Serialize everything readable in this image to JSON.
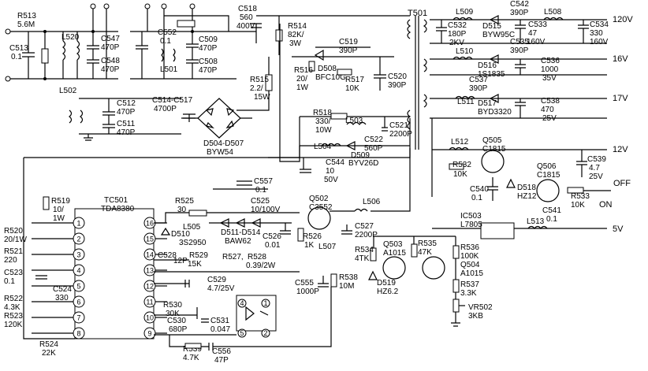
{
  "rails": {
    "v120": "120V",
    "v16": "16V",
    "v17": "17V",
    "v12": "12V",
    "v5": "5V",
    "off": "OFF",
    "on": "ON"
  },
  "components": {
    "r513": {
      "ref": "R513",
      "val": "5.6M"
    },
    "c513": {
      "ref": "C513",
      "val": "0.1"
    },
    "l520": {
      "ref": "L520"
    },
    "c547": {
      "ref": "C547",
      "val": "470P"
    },
    "c548": {
      "ref": "C548",
      "val": "470P"
    },
    "c552": {
      "ref": "C552",
      "val": "0.1"
    },
    "l501": {
      "ref": "L501"
    },
    "c509": {
      "ref": "C509",
      "val": "470P"
    },
    "c508": {
      "ref": "C508",
      "val": "470P"
    },
    "c518": {
      "ref": "C518",
      "val": "560",
      "v": "400V"
    },
    "r514": {
      "ref": "R514",
      "val": "82K/",
      "p": "3W"
    },
    "c519": {
      "ref": "C519",
      "val": "390P"
    },
    "d508": {
      "ref": "D508",
      "val": "BFC10G"
    },
    "r516": {
      "ref": "R516",
      "val": "20/",
      "p": "1W"
    },
    "r517": {
      "ref": "R517",
      "val": "10K"
    },
    "c520": {
      "ref": "C520",
      "val": "390P"
    },
    "r515": {
      "ref": "R515",
      "val": "2.2/",
      "p": "15W"
    },
    "l502": {
      "ref": "L502"
    },
    "c512": {
      "ref": "C512",
      "val": "470P"
    },
    "c511": {
      "ref": "C511",
      "val": "470P"
    },
    "c514": {
      "ref": "C514-C517",
      "val": "4700P"
    },
    "bridge": {
      "ref": "D504-D507",
      "val": "BYW54"
    },
    "r518": {
      "ref": "R518",
      "val": "330/",
      "p": "10W"
    },
    "l503": {
      "ref": "L503"
    },
    "c521": {
      "ref": "C521",
      "val": "2200P"
    },
    "c522": {
      "ref": "C522",
      "val": "560P"
    },
    "l504": {
      "ref": "L504"
    },
    "d509": {
      "ref": "D509",
      "val": "BYV26D"
    },
    "c544": {
      "ref": "C544",
      "val": "10",
      "v": "50V"
    },
    "t501": {
      "ref": "T501"
    },
    "l509": {
      "ref": "L509"
    },
    "c542": {
      "ref": "C542",
      "val": "390P"
    },
    "l508": {
      "ref": "L508"
    },
    "c532": {
      "ref": "C532",
      "val": "180P",
      "v": "2KV"
    },
    "d515": {
      "ref": "D515",
      "val": "BYW95C"
    },
    "c533": {
      "ref": "C533",
      "val": "47",
      "v": "160V"
    },
    "c534": {
      "ref": "C534",
      "val": "330",
      "v": "160V"
    },
    "l510": {
      "ref": "L510"
    },
    "c535": {
      "ref": "C535",
      "val": "390P"
    },
    "d516": {
      "ref": "D516",
      "val": "1S1835"
    },
    "c536": {
      "ref": "C536",
      "val": "1000",
      "v": "35V"
    },
    "c537": {
      "ref": "C537",
      "val": "390P"
    },
    "l511": {
      "ref": "L511"
    },
    "d517": {
      "ref": "D517",
      "val": "BYD3320"
    },
    "c538": {
      "ref": "C538",
      "val": "470",
      "v": "25V"
    },
    "l512": {
      "ref": "L512"
    },
    "q505": {
      "ref": "Q505",
      "val": "C1815"
    },
    "r532": {
      "ref": "R532",
      "val": "10K"
    },
    "c539": {
      "ref": "C539",
      "val": "4.7",
      "v": "25V"
    },
    "c540": {
      "ref": "C540",
      "val": "0.1"
    },
    "d518": {
      "ref": "D518",
      "val": "HZ12"
    },
    "q506": {
      "ref": "Q506",
      "val": "C1815"
    },
    "r533": {
      "ref": "R533",
      "val": "10K"
    },
    "c541": {
      "ref": "C541",
      "val": "0.1"
    },
    "ic503": {
      "ref": "IC503",
      "val": "L7805"
    },
    "l513": {
      "ref": "L513"
    },
    "ic501": {
      "ref": "TC501",
      "val": "TDA8380"
    },
    "r519": {
      "ref": "R519",
      "val": "10/",
      "p": "1W"
    },
    "r525": {
      "ref": "R525",
      "val": "30"
    },
    "c557": {
      "ref": "C557",
      "val": "0.1"
    },
    "c525": {
      "ref": "C525",
      "val": "10/100V"
    },
    "q502": {
      "ref": "Q502",
      "val": "C3552"
    },
    "l506": {
      "ref": "L506"
    },
    "l505": {
      "ref": "L505"
    },
    "d510": {
      "ref": "D510",
      "val": "3S2950"
    },
    "d511": {
      "ref": "D511-D514",
      "val": "BAW62"
    },
    "c526": {
      "ref": "C526",
      "val": "0.01"
    },
    "r526": {
      "ref": "R526",
      "val": "1K"
    },
    "l507": {
      "ref": "L507"
    },
    "c527": {
      "ref": "C527",
      "val": "2200P"
    },
    "c528": {
      "ref": "C528",
      "val": "12P"
    },
    "r529": {
      "ref": "R529",
      "val": "15K"
    },
    "r527": {
      "ref": "R527,",
      "val": "R528",
      "p": "0.39/2W"
    },
    "c529": {
      "ref": "C529",
      "val": "4.7/25V"
    },
    "r530": {
      "ref": "R530",
      "val": "30K"
    },
    "c530": {
      "ref": "C530",
      "val": "680P"
    },
    "c531": {
      "ref": "C531",
      "val": "0.047"
    },
    "r539": {
      "ref": "R539",
      "val": "4.7K"
    },
    "c556": {
      "ref": "C556",
      "val": "47P"
    },
    "r520": {
      "ref": "R520",
      "val": "20/1W"
    },
    "r521": {
      "ref": "R521",
      "val": "220"
    },
    "c523": {
      "ref": "C523",
      "val": "0.1"
    },
    "c524": {
      "ref": "C524",
      "val": "330"
    },
    "r522": {
      "ref": "R522",
      "val": "4.3K"
    },
    "r523": {
      "ref": "R523",
      "val": "120K"
    },
    "r524": {
      "ref": "R524",
      "val": "22K"
    },
    "c555": {
      "ref": "C555",
      "val": "1000P"
    },
    "r538": {
      "ref": "R538",
      "val": "10M"
    },
    "r534": {
      "ref": "R534",
      "val": "4TK"
    },
    "q503": {
      "ref": "Q503",
      "val": "A1015"
    },
    "r535": {
      "ref": "R535",
      "val": "47K"
    },
    "d519": {
      "ref": "D519",
      "val": "HZ6.2"
    },
    "r536": {
      "ref": "R536",
      "val": "100K"
    },
    "q504": {
      "ref": "Q504",
      "val": "A1015"
    },
    "r537": {
      "ref": "R537",
      "val": "3.3K"
    },
    "vr502": {
      "ref": "VR502",
      "val": "3KB"
    }
  },
  "ic_pins": {
    "left": [
      "1",
      "2",
      "3",
      "4",
      "5",
      "6",
      "7",
      "8"
    ],
    "right": [
      "16",
      "15",
      "14",
      "13",
      "12",
      "11",
      "10",
      "9"
    ]
  },
  "opto_pins": [
    "4",
    "1",
    "5",
    "2"
  ]
}
